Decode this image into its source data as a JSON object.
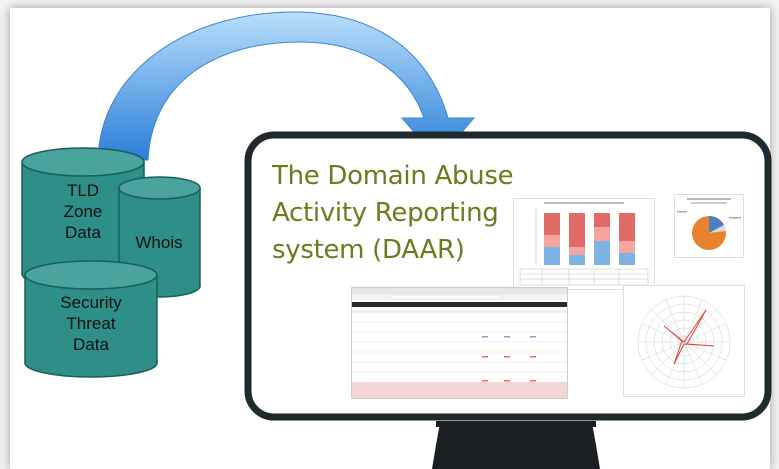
{
  "sources": {
    "tld_zone": [
      "TLD",
      "Zone",
      "Data"
    ],
    "whois": "Whois",
    "security_threat": [
      "Security",
      "Threat",
      "Data"
    ]
  },
  "monitor": {
    "title_lines": [
      "The Domain Abuse",
      "Activity Reporting",
      "system (DAAR)"
    ]
  },
  "colors": {
    "cylinder_fill": "#2e8f88",
    "cylinder_top": "#4aa39c",
    "arrow_light": "#a8d4f5",
    "arrow_dark": "#1f6fd0",
    "title_color": "#6e7a1e",
    "screen_border": "#1f2a2e"
  }
}
